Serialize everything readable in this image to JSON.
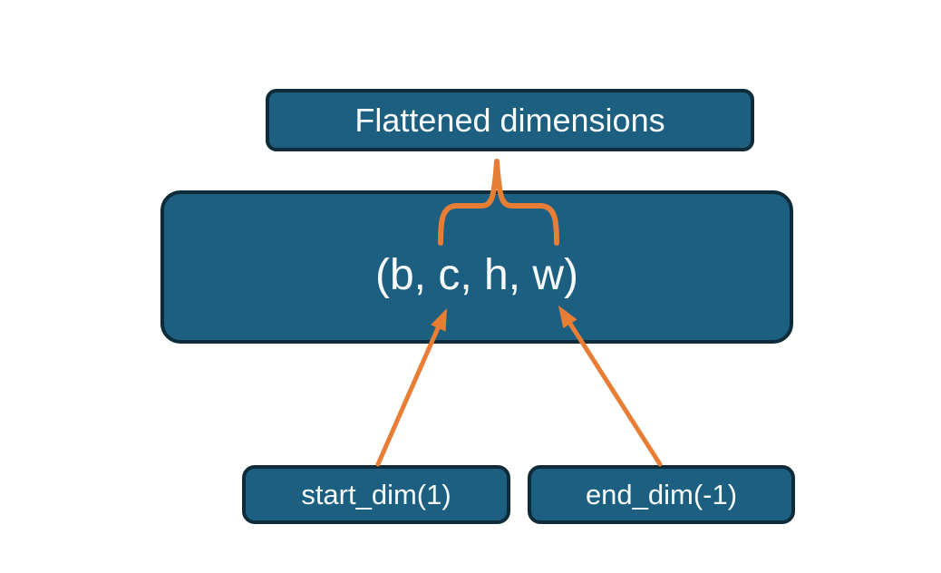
{
  "diagram": {
    "top_box": {
      "label": "Flattened dimensions"
    },
    "main_box": {
      "label": "(b, c, h, w)"
    },
    "bottom_left_box": {
      "label": "start_dim(1)"
    },
    "bottom_right_box": {
      "label": "end_dim(-1)"
    },
    "connectors": {
      "brace": "curly-brace-pointing-up",
      "left_arrow": "arrow-from-start-dim-to-c",
      "right_arrow": "arrow-from-end-dim-to-w"
    }
  },
  "colors": {
    "accent": "#e87e35",
    "box_fill": "#1d5f80",
    "box_border": "#0d2b38",
    "text": "#f7fafb",
    "background": "#ffffff"
  }
}
